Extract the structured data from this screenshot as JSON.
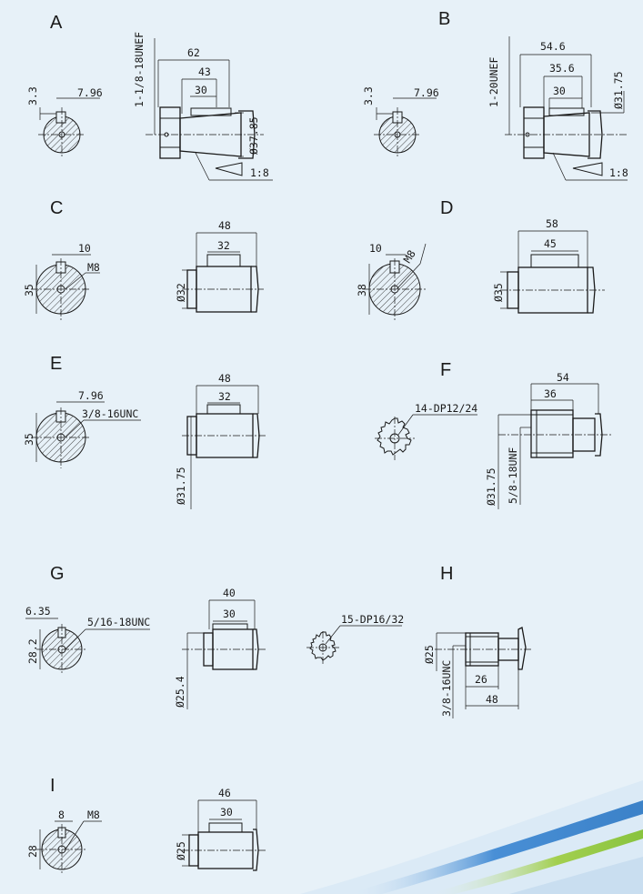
{
  "colors": {
    "background": "#e7f1f8",
    "ink": "#1a1a1a",
    "swoosh_blue": "#2f7fd0",
    "swoosh_green": "#9ccc3c"
  },
  "sections": {
    "A": {
      "letter": "A",
      "key_height": "3.3",
      "key_width": "7.96",
      "thread": "1-1/8-18UNEF",
      "length_total": "62",
      "length_key": "43",
      "length_key_inner": "30",
      "diameter": "Ø37.85",
      "taper": "1:8"
    },
    "B": {
      "letter": "B",
      "key_height": "3.3",
      "key_width": "7.96",
      "thread": "1-20UNEF",
      "length_total": "54.6",
      "length_key": "35.6",
      "length_key_inner": "30",
      "diameter": "Ø31.75",
      "taper": "1:8"
    },
    "C": {
      "letter": "C",
      "key_width": "10",
      "tap": "M8",
      "section_height": "35",
      "length_total": "48",
      "length_key": "32",
      "diameter": "Ø32"
    },
    "D": {
      "letter": "D",
      "key_width": "10",
      "tap": "M8",
      "section_height": "38",
      "length_total": "58",
      "length_key": "45",
      "diameter": "Ø35"
    },
    "E": {
      "letter": "E",
      "key_width": "7.96",
      "tap": "3/8-16UNC",
      "section_height": "35",
      "length_total": "48",
      "length_key": "32",
      "diameter": "Ø31.75"
    },
    "F": {
      "letter": "F",
      "spline": "14-DP12/24",
      "length_total": "54",
      "length_spline": "36",
      "diameter": "Ø31.75",
      "tap": "5/8-18UNF"
    },
    "G": {
      "letter": "G",
      "key_width": "6.35",
      "tap": "5/16-18UNC",
      "section_height": "28.2",
      "length_total": "40",
      "length_key": "30",
      "diameter": "Ø25.4",
      "spline": "15-DP16/32"
    },
    "H": {
      "letter": "H",
      "diameter": "Ø25",
      "tap": "3/8-16UNC",
      "length_spline": "26",
      "length_total": "48"
    },
    "I": {
      "letter": "I",
      "key_width": "8",
      "tap": "M8",
      "section_height": "28",
      "length_total": "46",
      "length_key": "30",
      "diameter": "Ø25"
    }
  }
}
